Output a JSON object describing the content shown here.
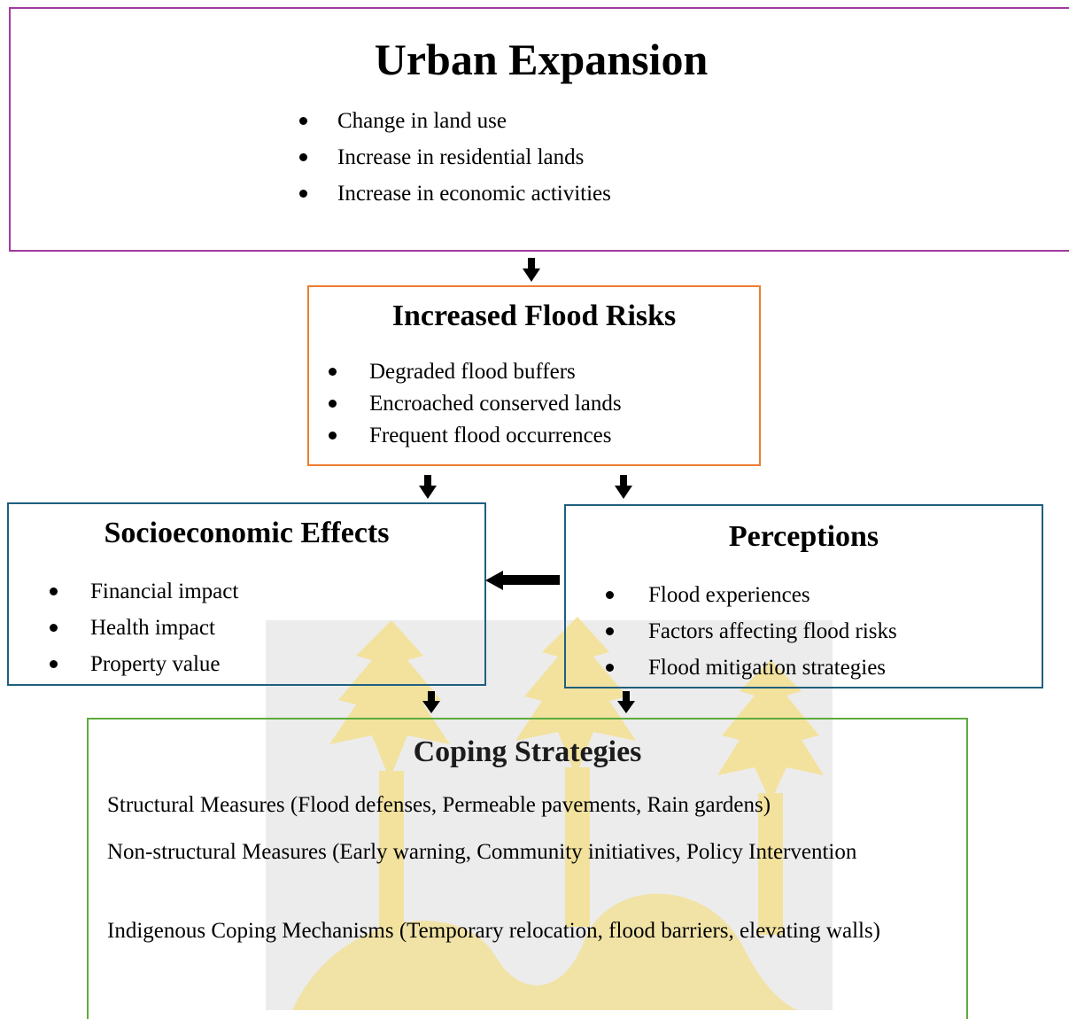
{
  "urban": {
    "title": "Urban Expansion",
    "items": [
      "Change in land use",
      "Increase in residential lands",
      "Increase in economic activities"
    ]
  },
  "flood": {
    "title": "Increased Flood Risks",
    "items": [
      "Degraded flood buffers",
      "Encroached conserved lands",
      "Frequent flood occurrences"
    ]
  },
  "socio": {
    "title": "Socioeconomic Effects",
    "items": [
      "Financial impact",
      "Health impact",
      "Property value"
    ]
  },
  "perceptions": {
    "title": "Perceptions",
    "items": [
      "Flood experiences",
      "Factors affecting flood risks",
      "Flood mitigation strategies"
    ]
  },
  "coping": {
    "title": "Coping Strategies",
    "paragraphs": [
      "Structural Measures (Flood defenses, Permeable pavements, Rain gardens)",
      "Non-structural Measures (Early warning, Community initiatives, Policy Intervention",
      "Indigenous Coping Mechanisms (Temporary relocation, flood barriers, elevating walls)"
    ]
  },
  "colors": {
    "urban_border": "#A03A9E",
    "flood_border": "#ED7D31",
    "effects_border": "#1F5F7F",
    "coping_border": "#5DAB3C",
    "watermark_fill": "#F5E69B",
    "watermark_accent": "#D8D9DA"
  }
}
